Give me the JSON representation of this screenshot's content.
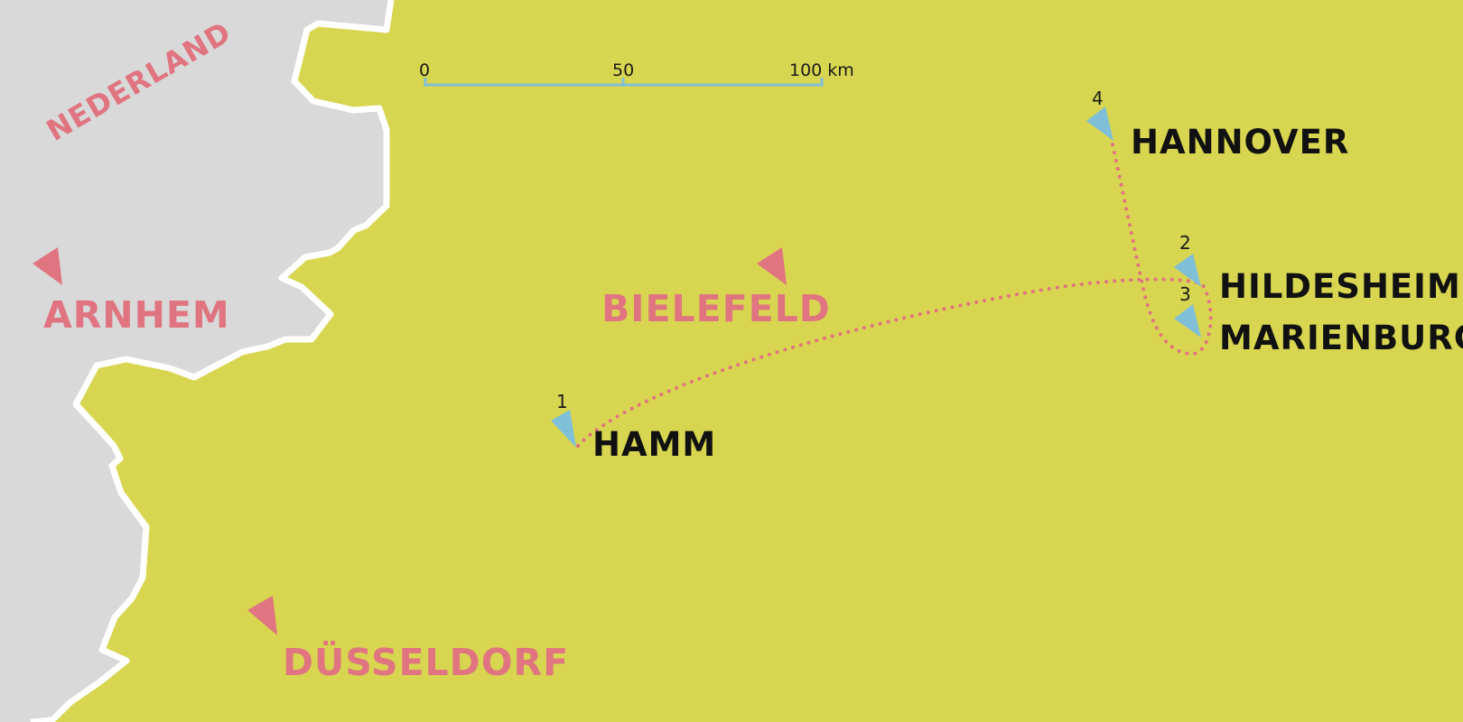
{
  "country_label": "NEDERLAND",
  "scale_bar": {
    "tick_labels": [
      "0",
      "50",
      "100 km"
    ]
  },
  "colors": {
    "land_germany": "#d8d650",
    "land_netherlands": "#d9d9d9",
    "border": "#ffffff",
    "reference_city": "#e07480",
    "route_stop": "#7fbfd8",
    "route_line": "#e07480",
    "stop_label": "#111111",
    "scale_bar": "#7fbfd8"
  },
  "reference_cities": [
    {
      "name": "ARNHEM"
    },
    {
      "name": "BIELEFELD"
    },
    {
      "name": "DÜSSELDORF"
    }
  ],
  "route_stops": [
    {
      "order": "1",
      "name": "HAMM"
    },
    {
      "order": "2",
      "name": "HILDESHEIM"
    },
    {
      "order": "3",
      "name": "MARIENBURG"
    },
    {
      "order": "4",
      "name": "HANNOVER"
    }
  ],
  "route_line_style": "dotted"
}
